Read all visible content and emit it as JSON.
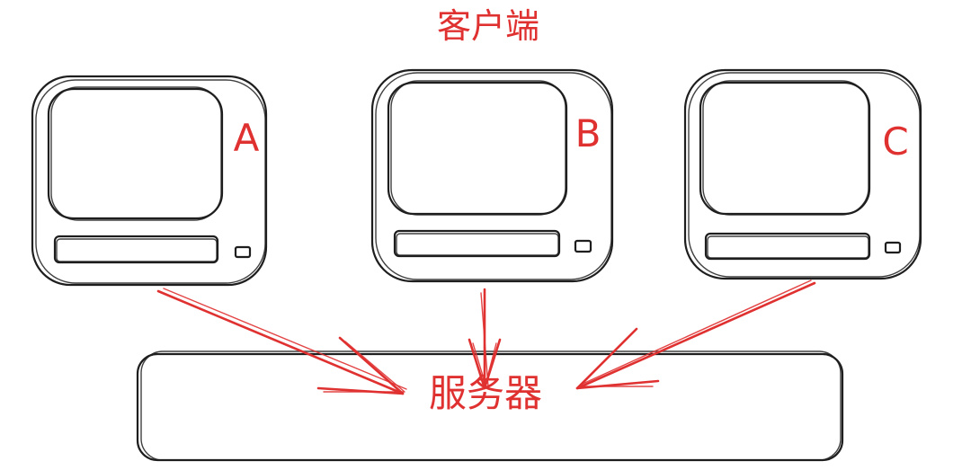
{
  "diagram": {
    "clients_title": "客户端",
    "server_label": "服务器",
    "clients": [
      {
        "label": "A"
      },
      {
        "label": "B"
      },
      {
        "label": "C"
      }
    ]
  },
  "colors": {
    "stroke": "#1e1e1e",
    "accent": "#e03131",
    "background": "#ffffff"
  }
}
